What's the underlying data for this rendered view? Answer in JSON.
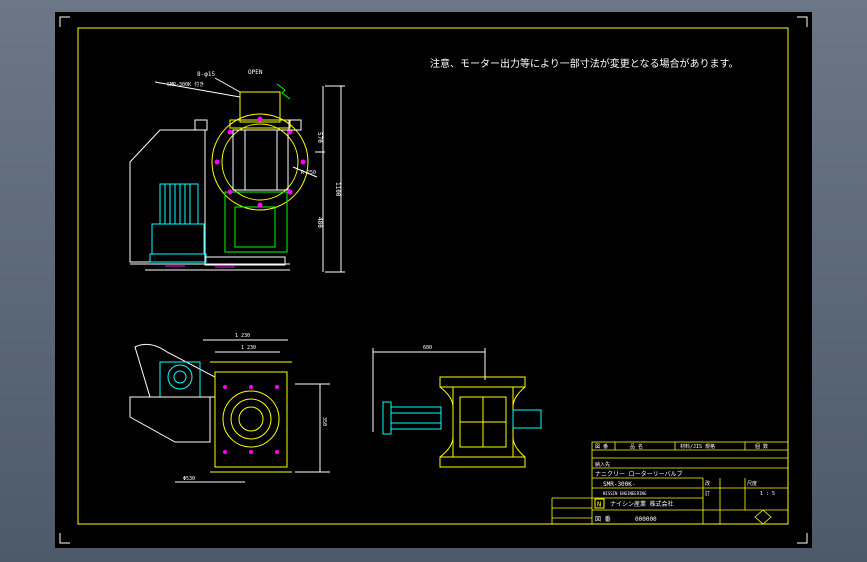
{
  "note": "注意、モーター出力等により一部寸法が変更となる場合があります。",
  "dims": {
    "open": "OPEN",
    "bolts": "8-φ15",
    "flange_label": "SMR-300K 付き",
    "left_a": "570",
    "left_b": "1100",
    "left_c": "480",
    "rad": "R 250",
    "w_outer": "1 230",
    "w_inner": "1 230",
    "right_h": "350",
    "bottom": "Φ530",
    "side_w": "600"
  },
  "title_block": {
    "hdr": [
      "図 番",
      "品 名",
      "材料/JIS 規格",
      "個 数"
    ],
    "customer_label": "納入先",
    "name": "ナニクリー ローターリーバルブ",
    "model": "SMR-300K-",
    "company_en": "NISSIN ENGINEERING",
    "company": "ナイシン産業 株式会社",
    "logo": "N",
    "drawing_label": "図 番",
    "drawing_no": "000000",
    "scale_label": "尺度",
    "scale": "1 : 5",
    "rev": [
      "改",
      "訂"
    ]
  }
}
